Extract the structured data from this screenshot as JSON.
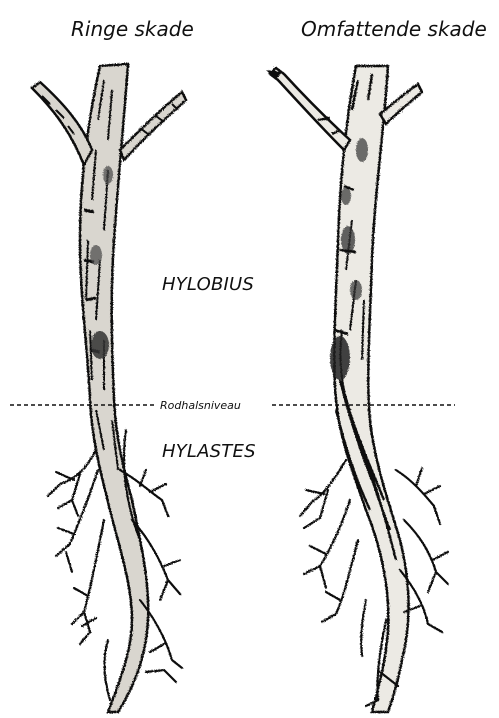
{
  "titles": {
    "left": "Ringe skade",
    "right": "Omfattende skade"
  },
  "labels": {
    "upper_zone": "HYLOBIUS",
    "lower_zone": "HYLASTES",
    "root_collar": "Rodhalsniveau"
  }
}
